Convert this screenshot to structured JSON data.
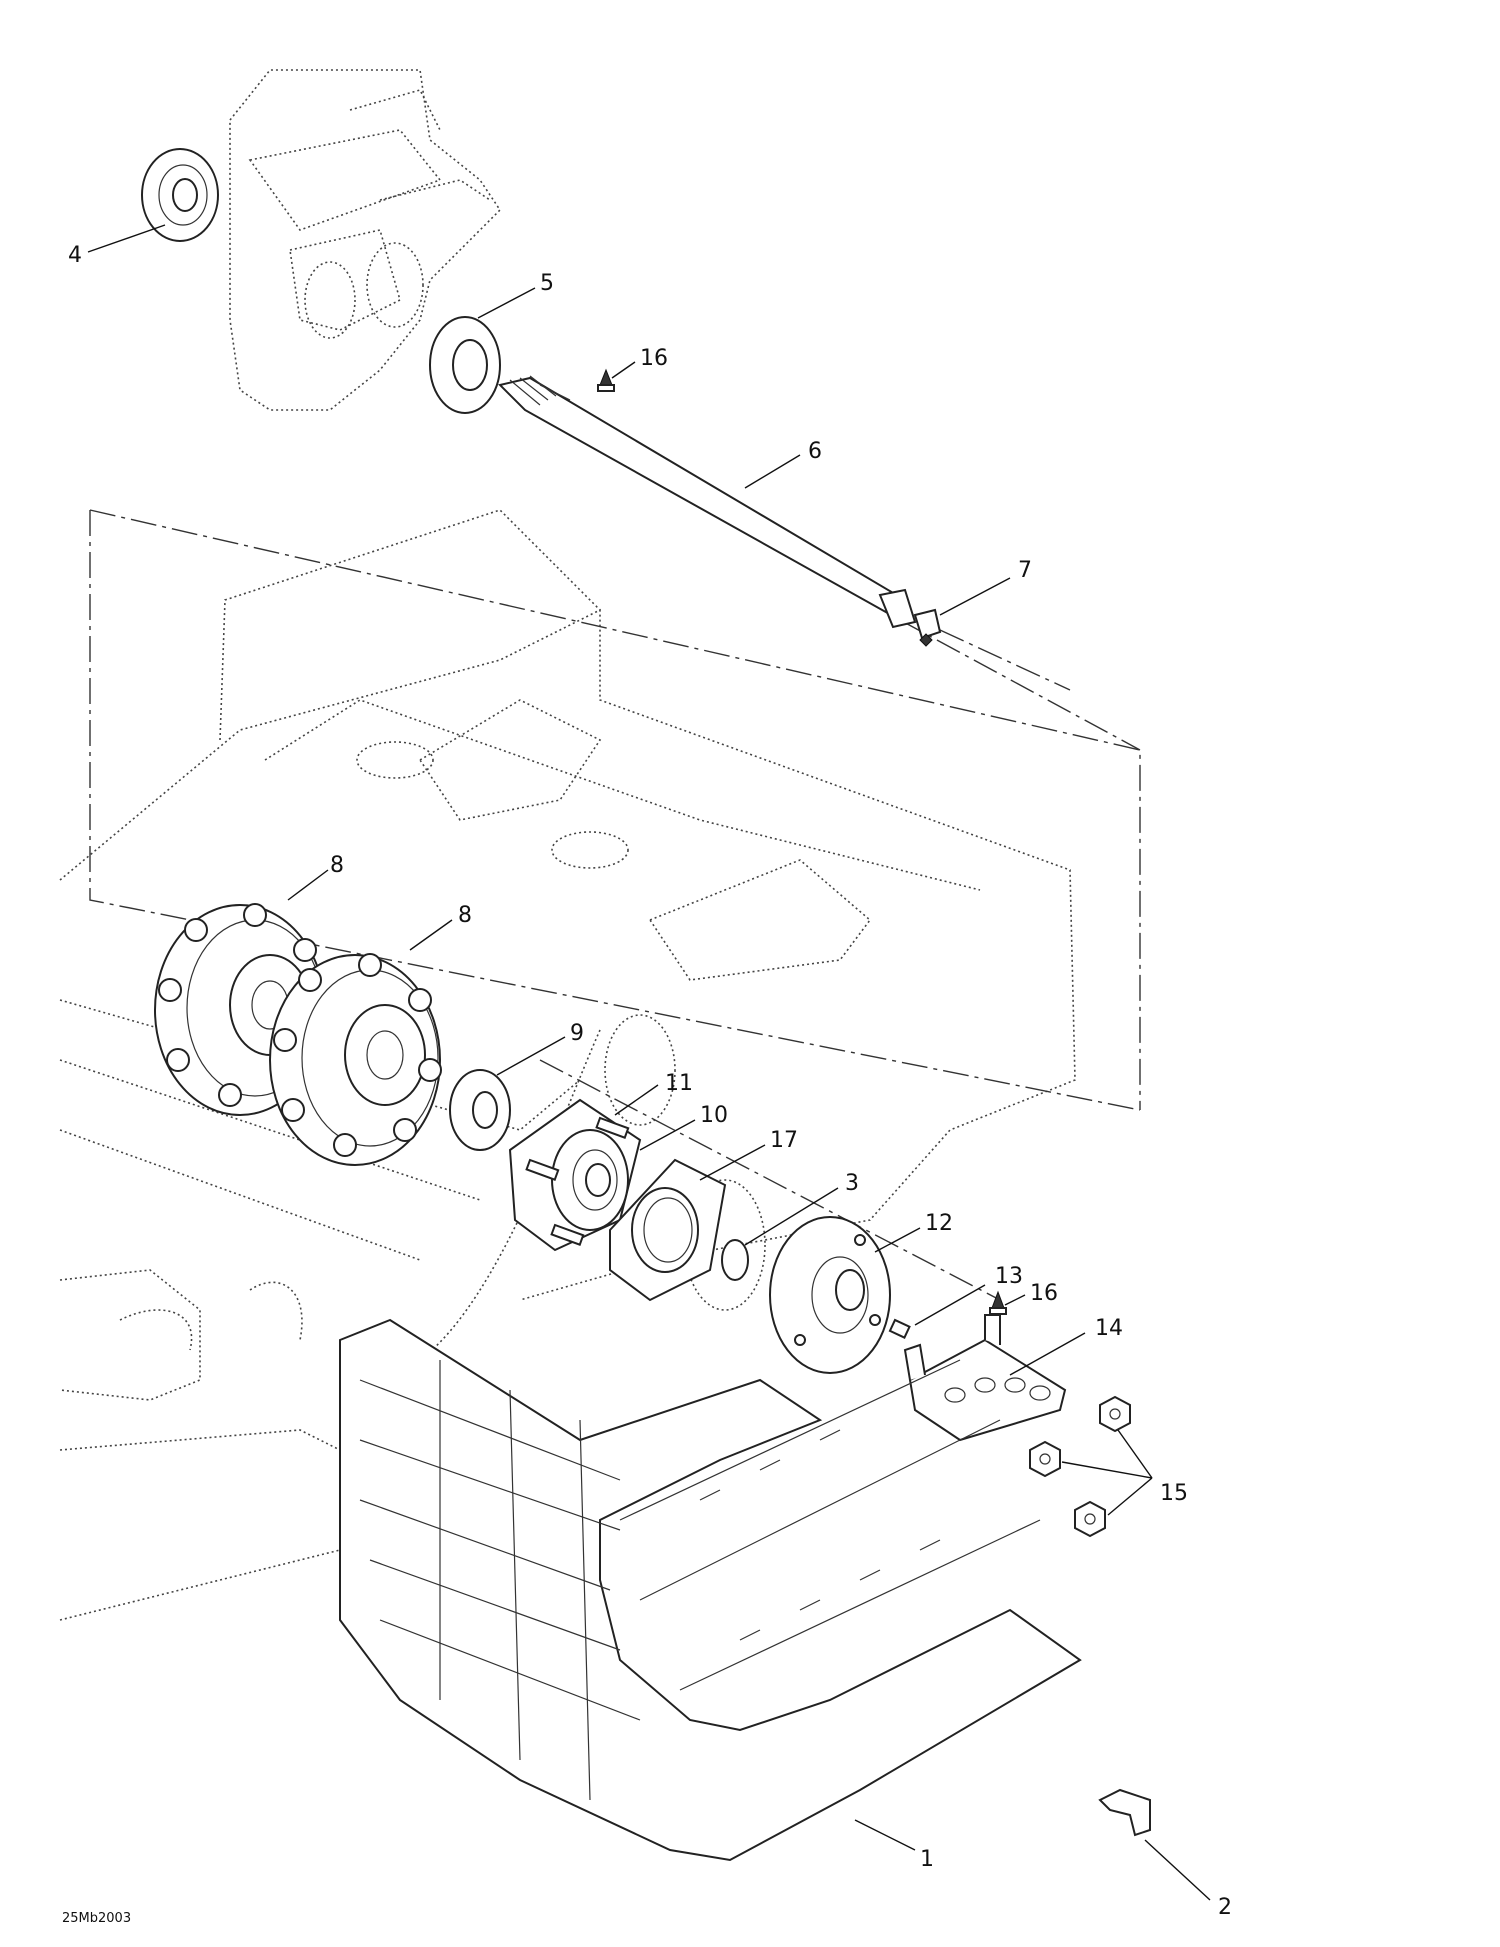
{
  "drawing": {
    "reference_code": "25Mb2003"
  },
  "callouts": [
    {
      "id": "c1",
      "label": "1"
    },
    {
      "id": "c2",
      "label": "2"
    },
    {
      "id": "c3",
      "label": "3"
    },
    {
      "id": "c4",
      "label": "4"
    },
    {
      "id": "c5",
      "label": "5"
    },
    {
      "id": "c6",
      "label": "6"
    },
    {
      "id": "c7",
      "label": "7"
    },
    {
      "id": "c8a",
      "label": "8"
    },
    {
      "id": "c8b",
      "label": "8"
    },
    {
      "id": "c9",
      "label": "9"
    },
    {
      "id": "c10",
      "label": "10"
    },
    {
      "id": "c11",
      "label": "11"
    },
    {
      "id": "c12",
      "label": "12"
    },
    {
      "id": "c13",
      "label": "13"
    },
    {
      "id": "c14",
      "label": "14"
    },
    {
      "id": "c15",
      "label": "15"
    },
    {
      "id": "c16a",
      "label": "16"
    },
    {
      "id": "c16b",
      "label": "16"
    },
    {
      "id": "c17",
      "label": "17"
    }
  ],
  "colors": {
    "line": "#222222",
    "background": "#ffffff"
  }
}
